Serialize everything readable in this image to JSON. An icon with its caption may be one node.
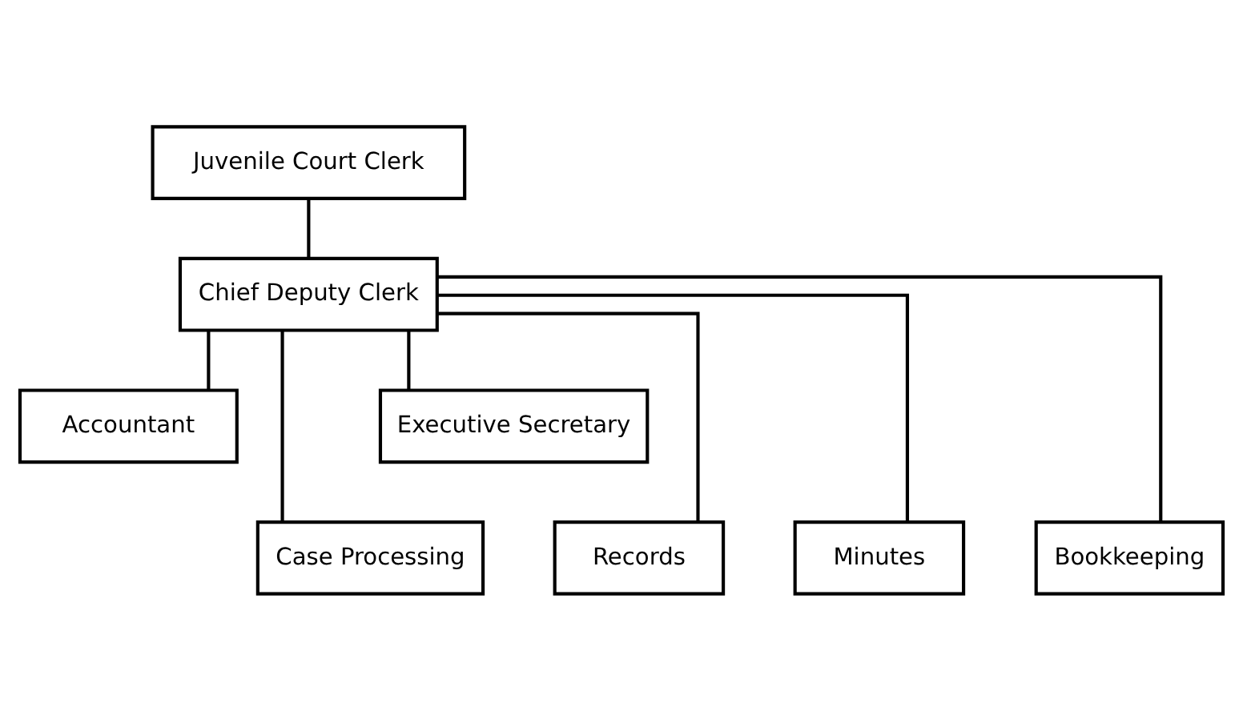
{
  "diagram": {
    "nodes": [
      {
        "text": [
          "Juvenile Court Clerk"
        ]
      },
      {
        "text": [
          "Chief Deputy Clerk"
        ]
      },
      {
        "text": [
          "Accountant"
        ]
      },
      {
        "text": [
          "Executive Secretary"
        ]
      },
      {
        "text": [
          "Case Processing"
        ]
      },
      {
        "text": [
          "Records"
        ]
      },
      {
        "text": [
          "Minutes"
        ]
      },
      {
        "text": [
          "Bookkeeping"
        ]
      }
    ],
    "edges": [
      {
        "from": 0,
        "to": 1,
        "arrow": "none"
      },
      {
        "from": 1,
        "to": 2,
        "arrow": "none"
      },
      {
        "from": 1,
        "to": 3,
        "arrow": "none"
      },
      {
        "from": 1,
        "to": 4,
        "arrow": "none"
      },
      {
        "from": 1,
        "to": 5,
        "arrow": "none"
      },
      {
        "from": 1,
        "to": 6,
        "arrow": "none"
      },
      {
        "from": 1,
        "to": 7,
        "arrow": "none"
      }
    ]
  }
}
